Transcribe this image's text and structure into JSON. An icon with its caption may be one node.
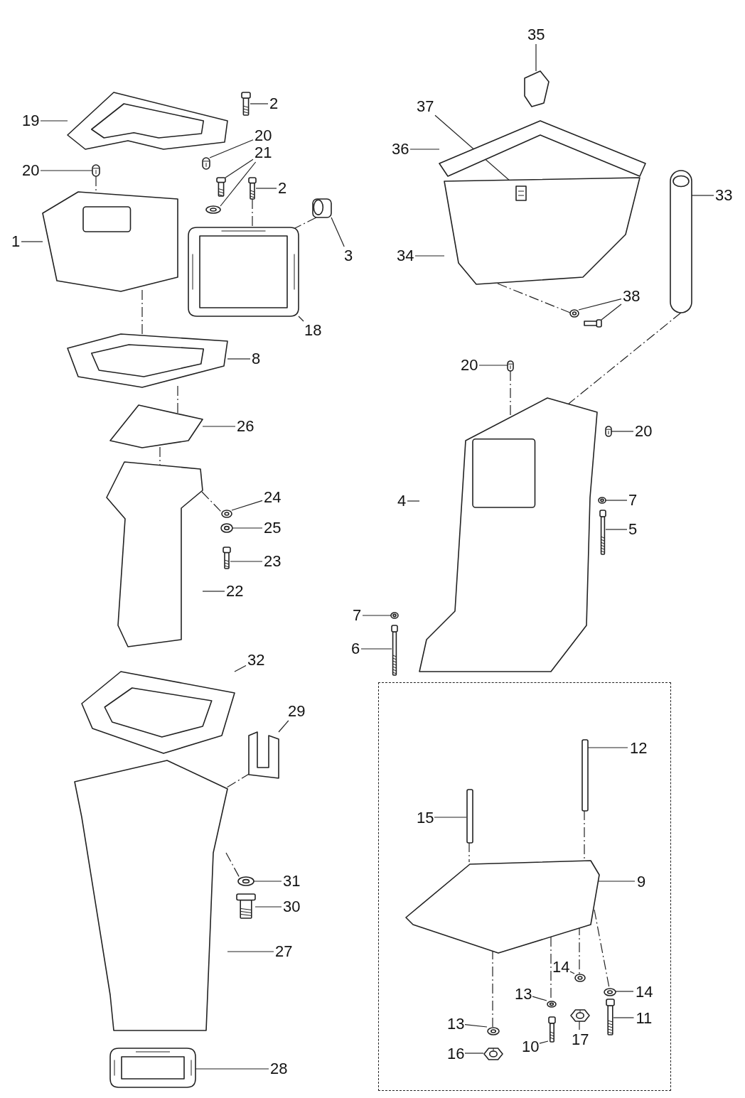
{
  "diagram": {
    "nodes": [
      {
        "text": [
          "2"
        ]
      },
      {
        "text": [
          "19"
        ]
      },
      {
        "text": [
          "20"
        ]
      },
      {
        "text": [
          "21"
        ]
      },
      {
        "text": [
          "20"
        ]
      },
      {
        "text": [
          "2"
        ]
      },
      {
        "text": [
          "3"
        ]
      },
      {
        "text": [
          "1"
        ]
      },
      {
        "text": [
          "18"
        ]
      },
      {
        "text": [
          "8"
        ]
      },
      {
        "text": [
          "26"
        ]
      },
      {
        "text": [
          "24"
        ]
      },
      {
        "text": [
          "25"
        ]
      },
      {
        "text": [
          "23"
        ]
      },
      {
        "text": [
          "22"
        ]
      },
      {
        "text": [
          "32"
        ]
      },
      {
        "text": [
          "29"
        ]
      },
      {
        "text": [
          "31"
        ]
      },
      {
        "text": [
          "30"
        ]
      },
      {
        "text": [
          "27"
        ]
      },
      {
        "text": [
          "28"
        ]
      },
      {
        "text": [
          "35"
        ]
      },
      {
        "text": [
          "37"
        ]
      },
      {
        "text": [
          "36"
        ]
      },
      {
        "text": [
          "33"
        ]
      },
      {
        "text": [
          "34"
        ]
      },
      {
        "text": [
          "38"
        ]
      },
      {
        "text": [
          "20"
        ]
      },
      {
        "text": [
          "20"
        ]
      },
      {
        "text": [
          "4"
        ]
      },
      {
        "text": [
          "7"
        ]
      },
      {
        "text": [
          "5"
        ]
      },
      {
        "text": [
          "7"
        ]
      },
      {
        "text": [
          "6"
        ]
      },
      {
        "text": [],
        "shape": "box"
      },
      {
        "text": [
          "12"
        ],
        "in": 34
      },
      {
        "text": [
          "15"
        ],
        "in": 34
      },
      {
        "text": [
          "9"
        ],
        "in": 34
      },
      {
        "text": [
          "14"
        ],
        "in": 34
      },
      {
        "text": [
          "14"
        ],
        "in": 34
      },
      {
        "text": [
          "13"
        ],
        "in": 34
      },
      {
        "text": [
          "11"
        ],
        "in": 34
      },
      {
        "text": [
          "13"
        ],
        "in": 34
      },
      {
        "text": [
          "10"
        ],
        "in": 34
      },
      {
        "text": [
          "17"
        ],
        "in": 34
      },
      {
        "text": [
          "16"
        ],
        "in": 34
      },
      {
        "text": [],
        "shape": "picture"
      },
      {
        "text": [],
        "shape": "picture"
      },
      {
        "text": [],
        "shape": "picture"
      },
      {
        "text": [],
        "shape": "picture"
      },
      {
        "text": [],
        "shape": "picture"
      },
      {
        "text": [],
        "shape": "picture"
      },
      {
        "text": [],
        "shape": "picture"
      },
      {
        "text": [],
        "shape": "picture"
      },
      {
        "text": [],
        "shape": "picture"
      },
      {
        "text": [],
        "shape": "picture"
      },
      {
        "text": [],
        "shape": "picture"
      },
      {
        "text": [],
        "shape": "picture"
      },
      {
        "text": [],
        "shape": "picture"
      },
      {
        "text": [],
        "shape": "picture"
      },
      {
        "text": [],
        "shape": "picture"
      },
      {
        "text": [],
        "shape": "picture"
      },
      {
        "text": [],
        "shape": "picture"
      },
      {
        "text": [],
        "shape": "picture"
      },
      {
        "text": [],
        "shape": "picture"
      },
      {
        "text": [],
        "shape": "picture"
      },
      {
        "text": [],
        "shape": "picture"
      },
      {
        "text": [],
        "shape": "picture"
      },
      {
        "text": [],
        "shape": "picture"
      },
      {
        "text": [],
        "shape": "picture"
      },
      {
        "text": [],
        "shape": "picture",
        "in": 69
      },
      {
        "text": [],
        "shape": "picture"
      },
      {
        "text": [],
        "shape": "picture"
      },
      {
        "text": [],
        "shape": "picture"
      },
      {
        "text": [],
        "shape": "picture"
      },
      {
        "text": [],
        "shape": "picture"
      },
      {
        "text": [],
        "shape": "picture"
      },
      {
        "text": [],
        "shape": "picture"
      },
      {
        "text": [],
        "shape": "picture"
      },
      {
        "text": [],
        "shape": "picture"
      },
      {
        "text": [],
        "shape": "picture"
      },
      {
        "text": [],
        "shape": "picture"
      },
      {
        "text": [],
        "shape": "picture",
        "in": 34
      },
      {
        "text": [],
        "shape": "picture",
        "in": 34
      },
      {
        "text": [],
        "shape": "picture",
        "in": 34
      },
      {
        "text": [],
        "shape": "picture",
        "in": 34
      },
      {
        "text": [],
        "shape": "picture",
        "in": 34
      },
      {
        "text": [],
        "shape": "picture",
        "in": 34
      },
      {
        "text": [],
        "shape": "picture",
        "in": 34
      },
      {
        "text": [],
        "shape": "picture",
        "in": 34
      },
      {
        "text": [],
        "shape": "picture",
        "in": 34
      },
      {
        "text": [],
        "shape": "picture",
        "in": 34
      },
      {
        "text": [],
        "shape": "picture",
        "in": 34
      }
    ],
    "edges": [
      {
        "from": 0,
        "to": 46,
        "arrow": "none"
      },
      {
        "from": 1,
        "to": 47,
        "arrow": "none"
      },
      {
        "from": 2,
        "to": 48,
        "arrow": "none"
      },
      {
        "from": 3,
        "to": 49,
        "arrow": "none"
      },
      {
        "from": 3,
        "to": 50,
        "arrow": "none"
      },
      {
        "from": 4,
        "to": 51,
        "arrow": "none"
      },
      {
        "from": 5,
        "to": 52,
        "arrow": "none"
      },
      {
        "from": 6,
        "to": 53,
        "arrow": "none"
      },
      {
        "from": 7,
        "to": 54,
        "arrow": "none"
      },
      {
        "from": 8,
        "to": 55,
        "arrow": "none"
      },
      {
        "from": 9,
        "to": 56,
        "arrow": "none"
      },
      {
        "from": 10,
        "to": 57,
        "arrow": "none"
      },
      {
        "from": 11,
        "to": 58,
        "arrow": "none"
      },
      {
        "from": 12,
        "to": 59,
        "arrow": "none"
      },
      {
        "from": 13,
        "to": 60,
        "arrow": "none"
      },
      {
        "from": 14,
        "to": 61,
        "arrow": "none"
      },
      {
        "from": 15,
        "to": 62,
        "arrow": "none"
      },
      {
        "from": 16,
        "to": 63,
        "arrow": "none"
      },
      {
        "from": 17,
        "to": 64,
        "arrow": "none"
      },
      {
        "from": 18,
        "to": 65,
        "arrow": "none"
      },
      {
        "from": 19,
        "to": 66,
        "arrow": "none"
      },
      {
        "from": 20,
        "to": 67,
        "arrow": "none"
      },
      {
        "from": 21,
        "to": 68,
        "arrow": "none"
      },
      {
        "from": 22,
        "to": 70,
        "arrow": "none"
      },
      {
        "from": 23,
        "to": 71,
        "arrow": "none"
      },
      {
        "from": 24,
        "to": 72,
        "arrow": "none"
      },
      {
        "from": 25,
        "to": 69,
        "arrow": "none"
      },
      {
        "from": 26,
        "to": 73,
        "arrow": "none"
      },
      {
        "from": 26,
        "to": 74,
        "arrow": "none"
      },
      {
        "from": 27,
        "to": 75,
        "arrow": "none"
      },
      {
        "from": 28,
        "to": 76,
        "arrow": "none"
      },
      {
        "from": 29,
        "to": 77,
        "arrow": "none"
      },
      {
        "from": 30,
        "to": 78,
        "arrow": "none"
      },
      {
        "from": 31,
        "to": 79,
        "arrow": "none"
      },
      {
        "from": 32,
        "to": 80,
        "arrow": "none"
      },
      {
        "from": 33,
        "to": 81,
        "arrow": "none"
      },
      {
        "from": 35,
        "to": 82,
        "arrow": "none"
      },
      {
        "from": 36,
        "to": 83,
        "arrow": "none"
      },
      {
        "from": 37,
        "to": 84,
        "arrow": "none"
      },
      {
        "from": 38,
        "to": 85,
        "arrow": "none"
      },
      {
        "from": 39,
        "to": 86,
        "arrow": "none"
      },
      {
        "from": 40,
        "to": 87,
        "arrow": "none"
      },
      {
        "from": 41,
        "to": 88,
        "arrow": "none"
      },
      {
        "from": 42,
        "to": 89,
        "arrow": "none"
      },
      {
        "from": 43,
        "to": 90,
        "arrow": "none"
      },
      {
        "from": 44,
        "to": 91,
        "arrow": "none"
      },
      {
        "from": 45,
        "to": 92,
        "arrow": "none"
      },
      {
        "from": 51,
        "to": 54,
        "arrow": "none",
        "style": "dashed"
      },
      {
        "from": 52,
        "to": 55,
        "arrow": "none",
        "style": "dashed"
      },
      {
        "from": 53,
        "to": 55,
        "arrow": "none",
        "style": "dashed"
      },
      {
        "from": 54,
        "to": 56,
        "arrow": "none",
        "style": "dashed"
      },
      {
        "from": 56,
        "to": 57,
        "arrow": "none",
        "style": "dashed"
      },
      {
        "from": 57,
        "to": 61,
        "arrow": "none",
        "style": "dashed"
      },
      {
        "from": 61,
        "to": 58,
        "arrow": "none",
        "style": "dashed"
      },
      {
        "from": 63,
        "to": 66,
        "arrow": "none",
        "style": "dashed"
      },
      {
        "from": 66,
        "to": 64,
        "arrow": "none",
        "style": "dashed"
      },
      {
        "from": 72,
        "to": 77,
        "arrow": "none",
        "style": "dashed"
      },
      {
        "from": 75,
        "to": 77,
        "arrow": "none",
        "style": "dashed"
      },
      {
        "from": 69,
        "to": 73,
        "arrow": "none",
        "style": "dashed"
      },
      {
        "from": 82,
        "to": 84,
        "arrow": "none",
        "style": "dashed"
      },
      {
        "from": 83,
        "to": 84,
        "arrow": "none",
        "style": "dashed"
      },
      {
        "from": 84,
        "to": 85,
        "arrow": "none",
        "style": "dashed"
      },
      {
        "from": 84,
        "to": 87,
        "arrow": "none",
        "style": "dashed"
      },
      {
        "from": 84,
        "to": 89,
        "arrow": "none",
        "style": "dashed"
      },
      {
        "from": 84,
        "to": 86,
        "arrow": "none",
        "style": "dashed"
      }
    ]
  }
}
